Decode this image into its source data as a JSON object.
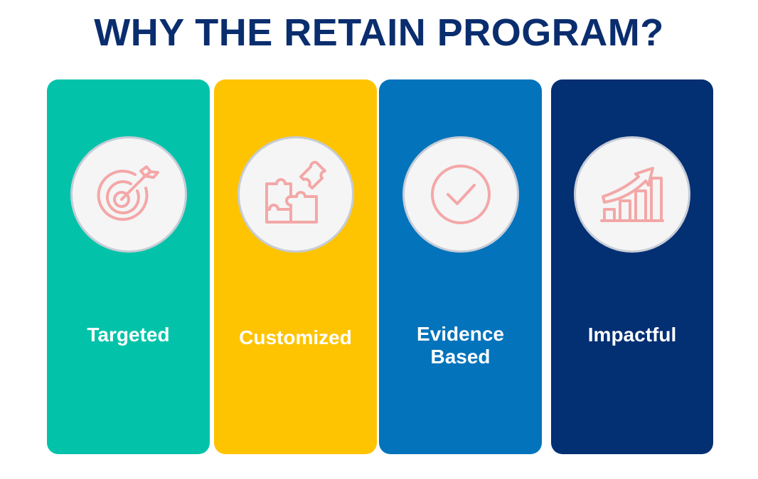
{
  "title": "WHY THE RETAIN PROGRAM?",
  "colors": {
    "title": "#0a2d6e",
    "icon_stroke": "#f4a7a7",
    "icon_background": "#f5f5f5"
  },
  "cards": [
    {
      "label": "Targeted",
      "icon": "target-icon",
      "color": "#02c3a9"
    },
    {
      "label": "Customized",
      "icon": "puzzle-icon",
      "color": "#fec402"
    },
    {
      "label_line1": "Evidence",
      "label_line2": "Based",
      "icon": "checkmark-icon",
      "color": "#0373bc"
    },
    {
      "label": "Impactful",
      "icon": "growth-chart-icon",
      "color": "#032f73"
    }
  ]
}
